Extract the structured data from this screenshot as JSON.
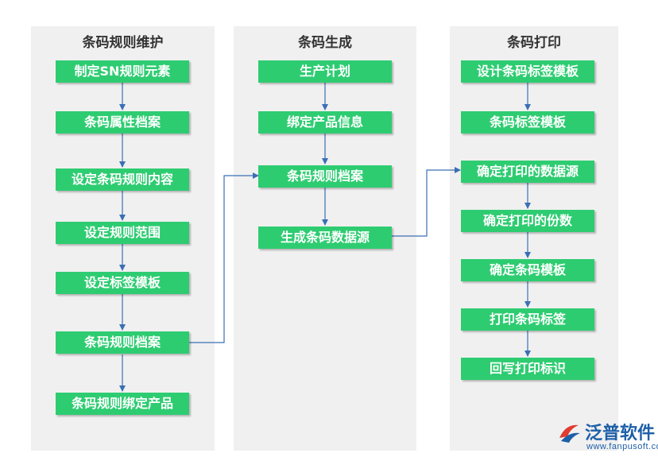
{
  "columns": [
    {
      "title": "条码规则维护",
      "nodes": [
        "制定SN规则元素",
        "条码属性档案",
        "设定条码规则内容",
        "设定规则范围",
        "设定标签模板",
        "条码规则档案",
        "条码规则绑定产品"
      ]
    },
    {
      "title": "条码生成",
      "nodes": [
        "生产计划",
        "绑定产品信息",
        "条码规则档案",
        "生成条码数据源"
      ]
    },
    {
      "title": "条码打印",
      "nodes": [
        "设计条码标签模板",
        "条码标签模板",
        "确定打印的数据源",
        "确定打印的份数",
        "确定条码模板",
        "打印条码标签",
        "回写打印标识"
      ]
    }
  ],
  "logo": {
    "brand": "泛普软件",
    "url": "www.fanpusoft.com"
  },
  "colors": {
    "node": "#2ecc71",
    "arrow": "#3a6fb5",
    "column_bg": "#f0f0f0"
  }
}
